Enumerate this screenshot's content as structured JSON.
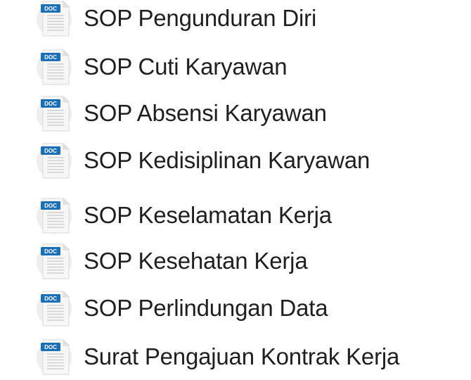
{
  "documents": [
    {
      "label": "SOP Pengunduran Diri",
      "icon": "doc-file-icon",
      "badge": "DOC"
    },
    {
      "label": "SOP Cuti Karyawan",
      "icon": "doc-file-icon",
      "badge": "DOC"
    },
    {
      "label": "SOP Absensi Karyawan",
      "icon": "doc-file-icon",
      "badge": "DOC"
    },
    {
      "label": "SOP Kedisiplinan Karyawan",
      "icon": "doc-file-icon",
      "badge": "DOC"
    },
    {
      "label": "SOP Keselamatan Kerja",
      "icon": "doc-file-icon",
      "badge": "DOC"
    },
    {
      "label": "SOP Kesehatan Kerja",
      "icon": "doc-file-icon",
      "badge": "DOC"
    },
    {
      "label": "SOP Perlindungan Data",
      "icon": "doc-file-icon",
      "badge": "DOC"
    },
    {
      "label": "Surat Pengajuan Kontrak Kerja",
      "icon": "doc-file-icon",
      "badge": "DOC"
    }
  ],
  "colors": {
    "badge": "#1b6fb5",
    "page": "#f7f7f7",
    "circle": "#eeeeee",
    "lines": "#cfcfcf",
    "text": "#1f1f1f"
  }
}
